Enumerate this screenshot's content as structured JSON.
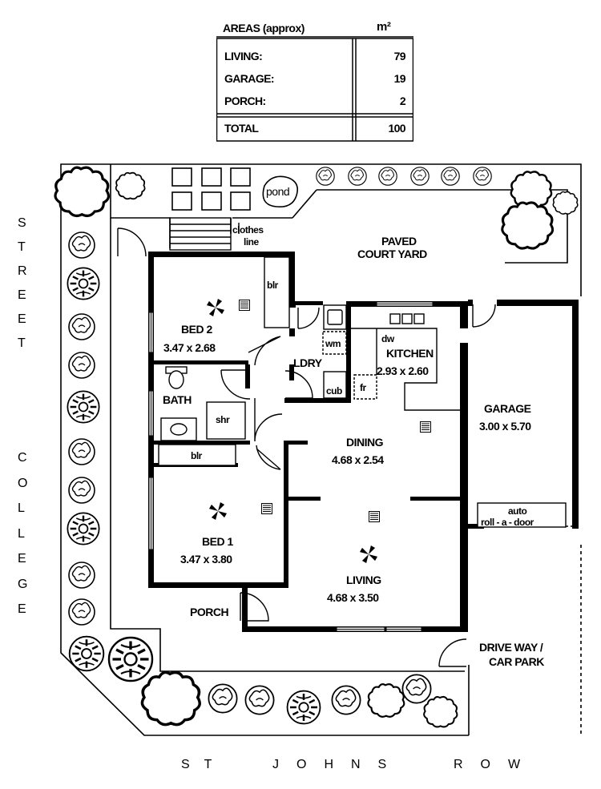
{
  "areas_table": {
    "header": "AREAS (approx)",
    "unit": "m²",
    "rows": [
      {
        "label": "LIVING:",
        "value": "79"
      },
      {
        "label": "GARAGE:",
        "value": "19"
      },
      {
        "label": "PORCH:",
        "value": "2"
      }
    ],
    "total": {
      "label": "TOTAL",
      "value": "100"
    }
  },
  "rooms": {
    "bed2": {
      "name": "BED 2",
      "dims": "3.47 x 2.68"
    },
    "bed1": {
      "name": "BED 1",
      "dims": "3.47 x 3.80"
    },
    "bath": {
      "name": "BATH"
    },
    "laundry": {
      "name": "LDRY"
    },
    "kitchen": {
      "name": "KITCHEN",
      "dims": "2.93 x 2.60"
    },
    "dining": {
      "name": "DINING",
      "dims": "4.68 x 2.54"
    },
    "living": {
      "name": "LIVING",
      "dims": "4.68 x 3.50"
    },
    "garage": {
      "name": "GARAGE",
      "dims": "3.00 x 5.70"
    },
    "porch": {
      "name": "PORCH"
    }
  },
  "fixtures": {
    "blr_top": "blr",
    "blr_bottom": "blr",
    "shr": "shr",
    "wm": "wm",
    "cub": "cub",
    "fr": "fr",
    "dw": "dw",
    "auto_line1": "auto",
    "auto_line2": "roll - a - door"
  },
  "outdoor": {
    "pond": "pond",
    "clothes_line1": "clothes",
    "clothes_line2": "line",
    "courtyard_line1": "PAVED",
    "courtyard_line2": "COURT YARD",
    "driveway_line1": "DRIVE WAY /",
    "driveway_line2": "CAR PARK"
  },
  "streets": {
    "left": "COLLEGE",
    "left2": "STREET",
    "bottom1": "ST",
    "bottom2": "JOHNS",
    "bottom3": "ROW"
  }
}
